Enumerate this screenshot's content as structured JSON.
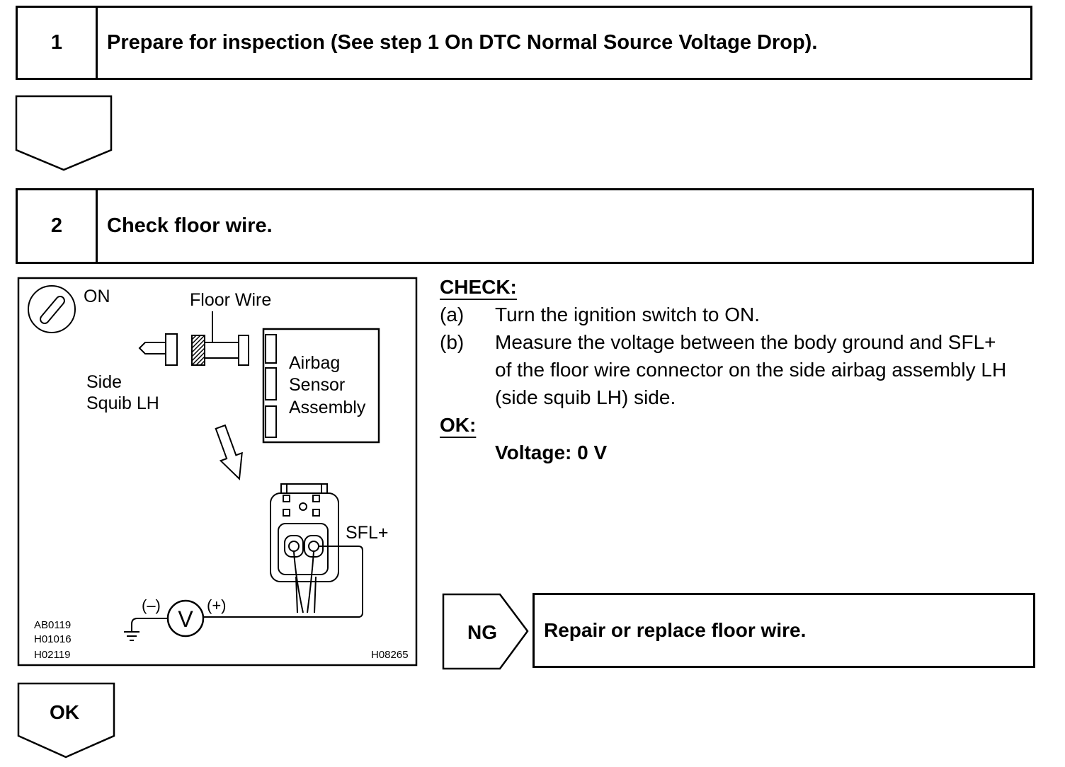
{
  "steps": [
    {
      "number": "1",
      "title": "Prepare for inspection (See step 1 On DTC Normal Source Voltage Drop)."
    },
    {
      "number": "2",
      "title": "Check floor wire."
    }
  ],
  "diagram": {
    "ignition_label": "ON",
    "floor_wire_label": "Floor Wire",
    "side_squib_label": [
      "Side",
      "Squib LH"
    ],
    "airbag_sensor_label": [
      "Airbag",
      "Sensor",
      "Assembly"
    ],
    "terminal_label": "SFL+",
    "meter_symbol": "V",
    "negative_label": "(–)",
    "positive_label": "(+)",
    "figure_codes": [
      "AB0119",
      "H01016",
      "H02119"
    ],
    "figure_id": "H08265"
  },
  "check": {
    "heading": "CHECK:",
    "items": [
      {
        "marker": "(a)",
        "lines": [
          "Turn the ignition switch to ON."
        ]
      },
      {
        "marker": "(b)",
        "lines": [
          "Measure the voltage between the body ground and SFL+",
          "of the floor wire connector on the side airbag assembly LH",
          "(side squib LH) side."
        ]
      }
    ]
  },
  "ok_spec": {
    "heading": "OK:",
    "value": "Voltage: 0 V"
  },
  "ng_result": {
    "label": "NG",
    "action": "Repair or replace floor wire."
  },
  "ok_result": {
    "label": "OK"
  }
}
